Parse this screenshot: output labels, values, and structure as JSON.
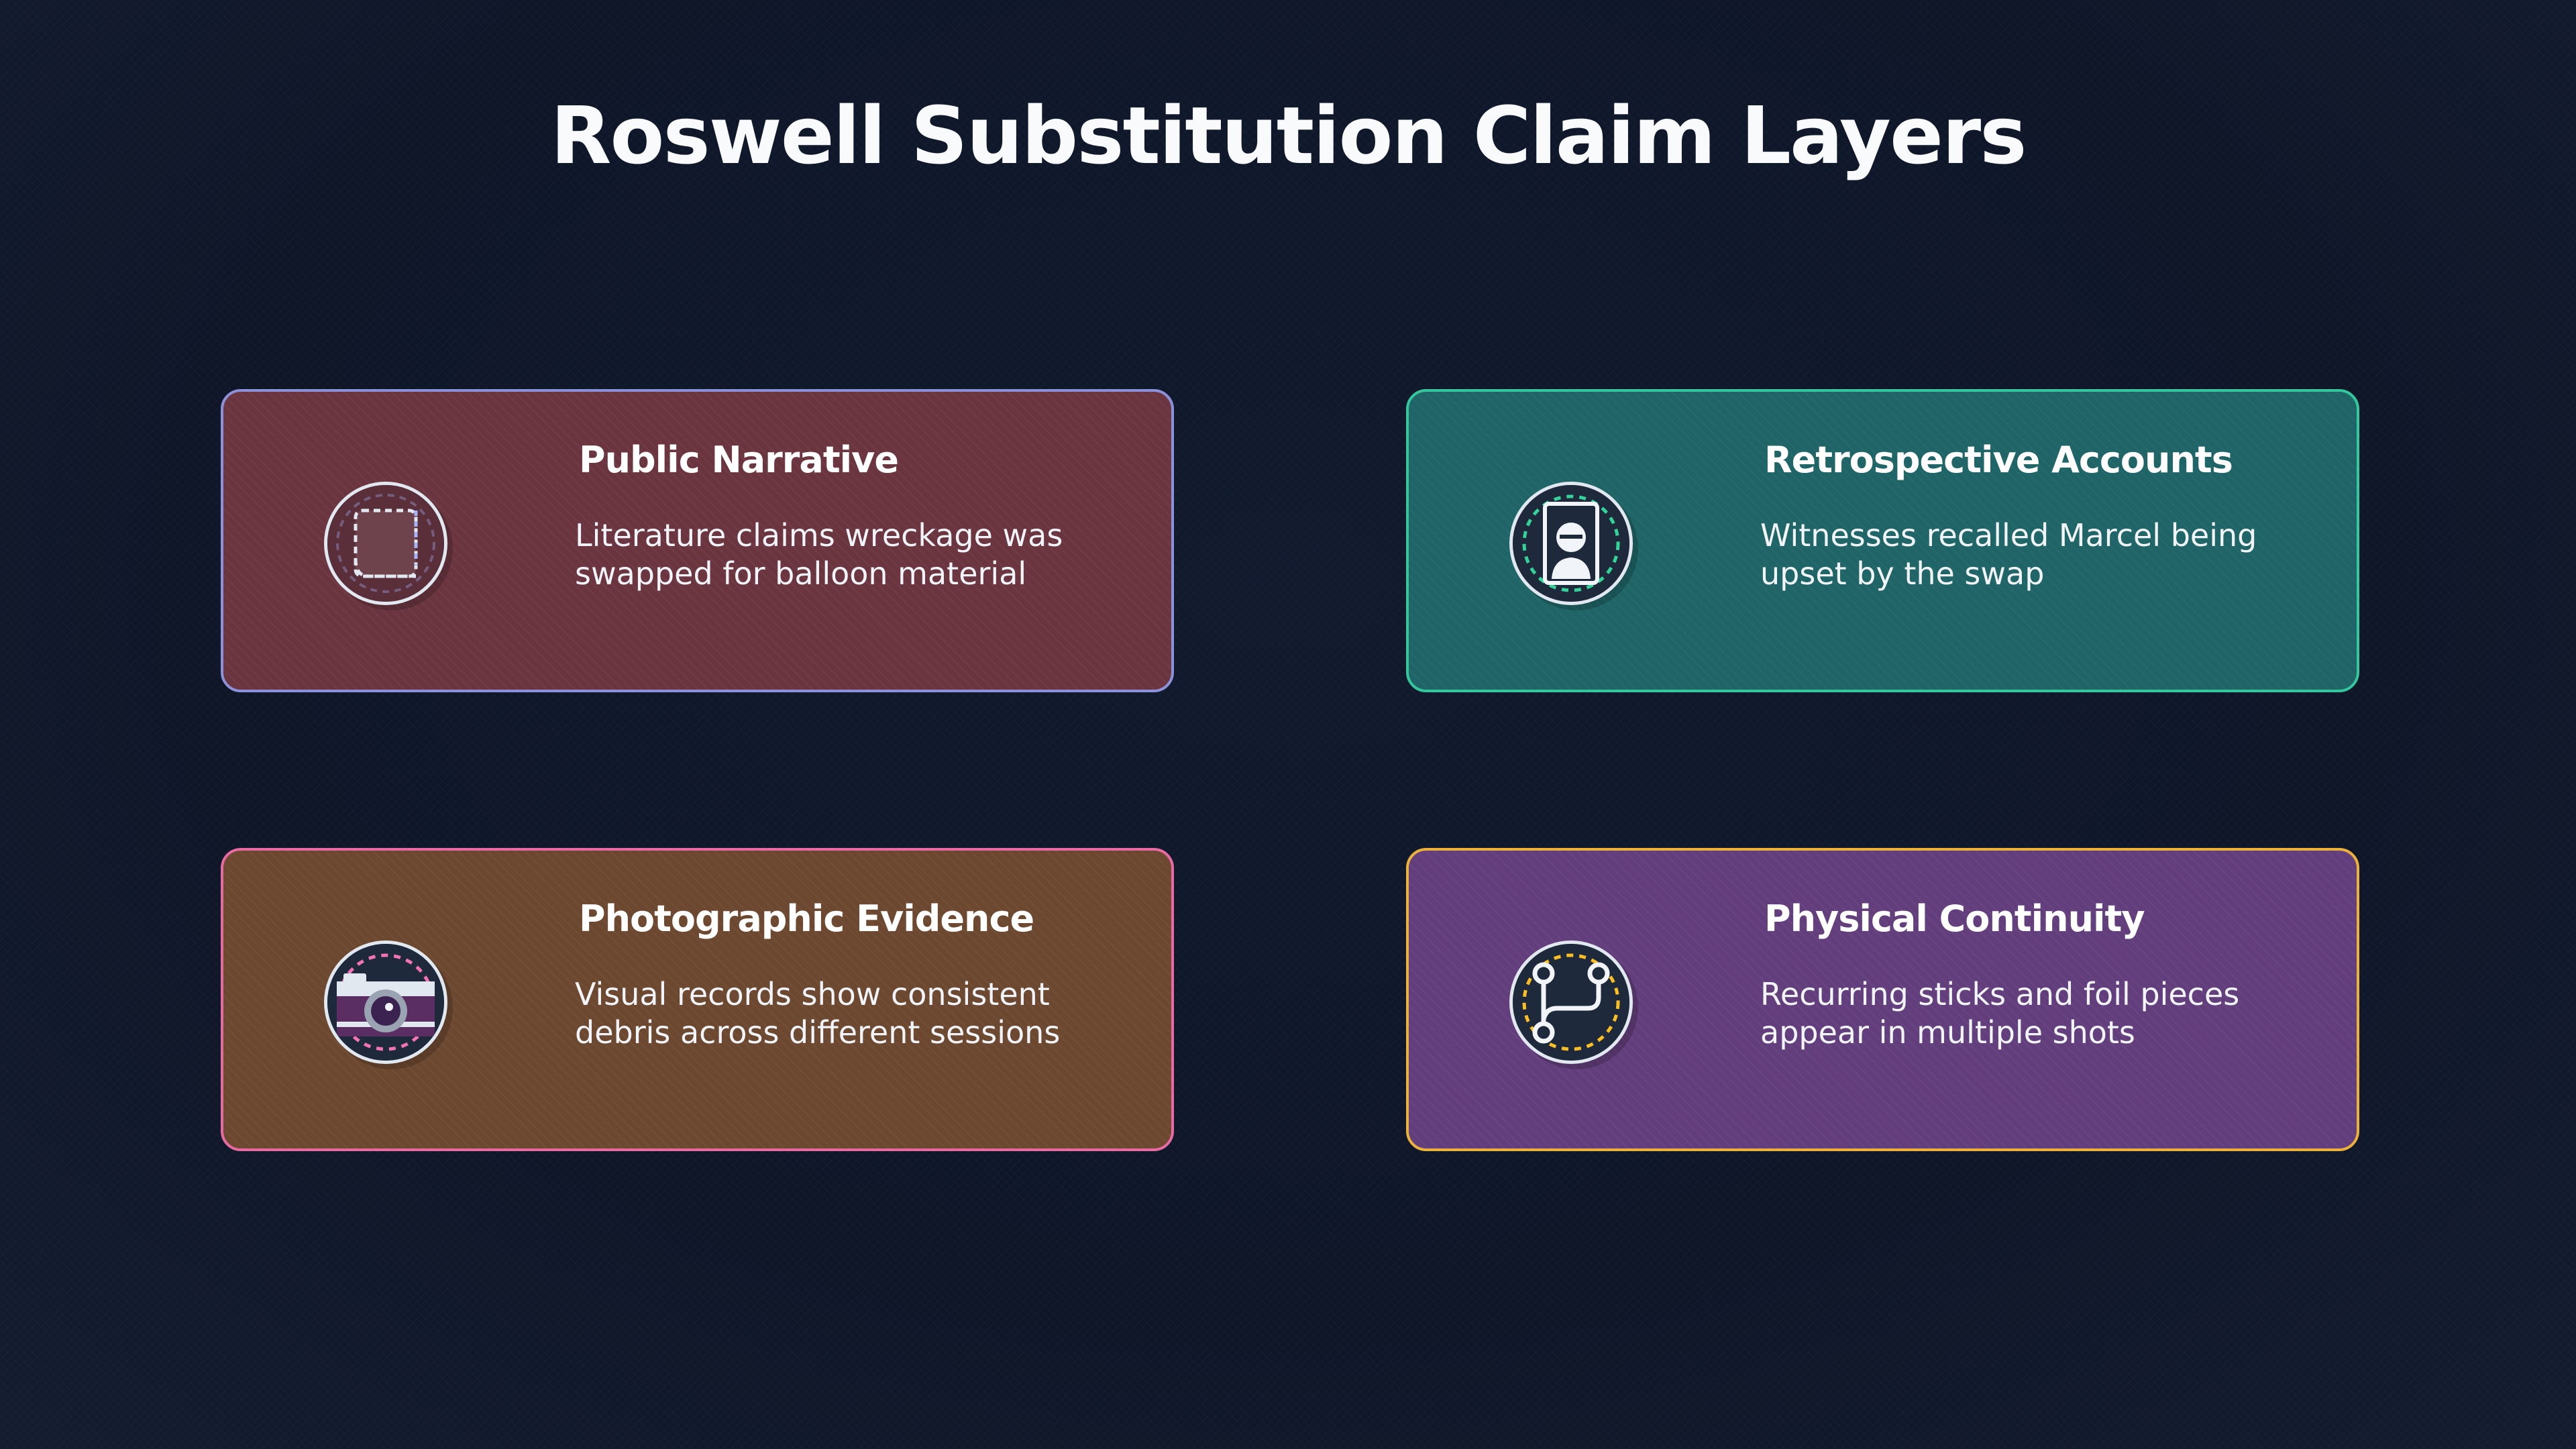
{
  "title": "Roswell Substitution Claim Layers",
  "cards": [
    {
      "title": "Public Narrative",
      "text": "Literature claims wreckage was swapped for balloon material",
      "icon": "document-swap-icon",
      "background": "#6b3540",
      "border": "#8b92d9"
    },
    {
      "title": "Retrospective Accounts",
      "text": "Witnesses recalled Marcel being upset by the swap",
      "icon": "person-portrait-icon",
      "background": "#1f6467",
      "border": "#34c79d"
    },
    {
      "title": "Photographic Evidence",
      "text": "Visual records show consistent debris across different sessions",
      "icon": "camera-icon",
      "background": "#6d4830",
      "border": "#e76aa3"
    },
    {
      "title": "Physical Continuity",
      "text": "Recurring sticks and foil pieces appear in multiple shots",
      "icon": "branch-connection-icon",
      "background": "#633e7c",
      "border": "#ecb13a"
    }
  ]
}
